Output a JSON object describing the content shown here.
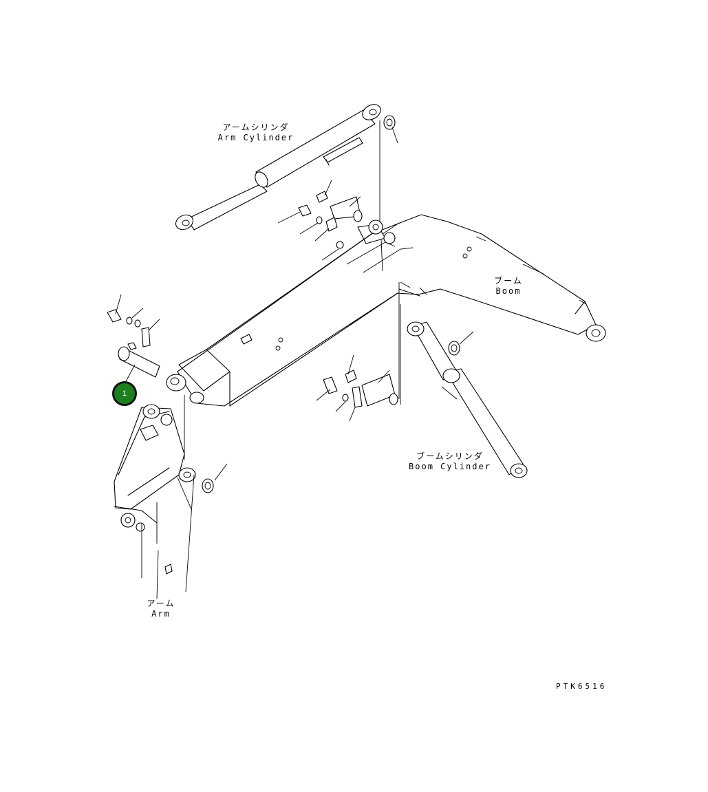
{
  "labels": {
    "arm_cylinder": {
      "jp": "アームシリンダ",
      "en": "Arm Cylinder"
    },
    "boom": {
      "jp": "ブーム",
      "en": "Boom"
    },
    "boom_cylinder": {
      "jp": "ブームシリンダ",
      "en": "Boom Cylinder"
    },
    "arm": {
      "jp": "アーム",
      "en": "Arm"
    }
  },
  "callouts": [
    {
      "number": "1"
    }
  ],
  "drawing_code": "PTK6516",
  "colors": {
    "callout_fill": "#1e7f1e",
    "line": "#000000",
    "background": "#ffffff"
  }
}
